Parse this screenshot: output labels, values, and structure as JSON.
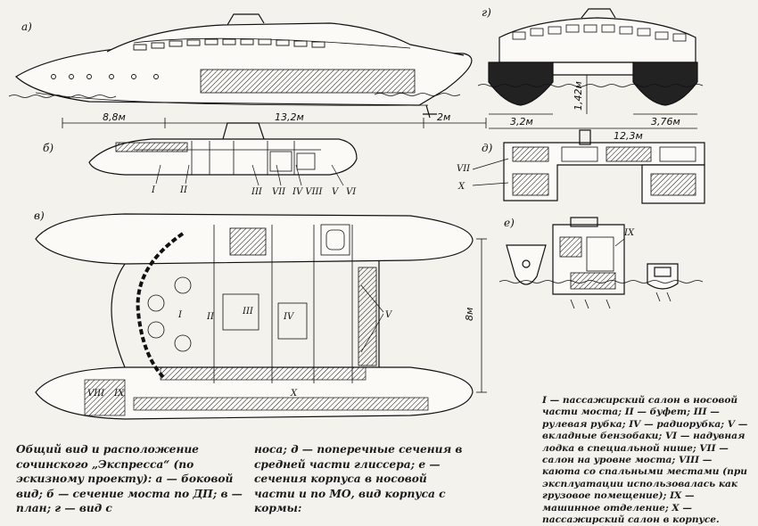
{
  "view_labels": {
    "a": "а)",
    "b": "б)",
    "v": "в)",
    "g": "г)",
    "d": "д)",
    "e": "е)"
  },
  "dimensions": {
    "side_front": "8,8м",
    "side_mid": "13,2м",
    "side_rear": "2м",
    "bow_left": "3,2м",
    "bow_height": "1,42м",
    "bow_right": "3,76м",
    "bow_span": "12,3м",
    "plan_width": "8м"
  },
  "roman_labels": {
    "b_I": "I",
    "b_II": "II",
    "b_III": "III",
    "b_VII": "VII",
    "b_IV_VIII": "IV VIII",
    "b_V": "V",
    "b_VI": "VI",
    "v_I": "I",
    "v_II": "II",
    "v_III": "III",
    "v_IV": "IV",
    "v_V": "V",
    "v_VIII": "VIII",
    "v_IX": "IX",
    "v_X": "X",
    "d_VII": "VII",
    "d_X": "X",
    "e_IX": "IX"
  },
  "caption": {
    "left": "Общий вид и расположение сочинского „Экспресса“ (по эскизному проекту): а — боковой вид; б — сечение моста по ДП; в — план; г — вид с",
    "middle": "носа; д — поперечные сечения в средней части глиссера; е — сечения корпуса в носовой части и по МО, вид корпуса с кормы:"
  },
  "legend": "I — пассажирский салон в носовой части моста; II — буфет; III — рулевая рубка; IV — радиорубка; V — вкладные бензобаки; VI — надувная лодка в специальной нише; VII — салон на уровне моста; VIII — каюта со спальными местами (при эксплуатации использовалась как грузовое помещение); IX — машинное отделение; X — пассажирский салон в корпусе."
}
